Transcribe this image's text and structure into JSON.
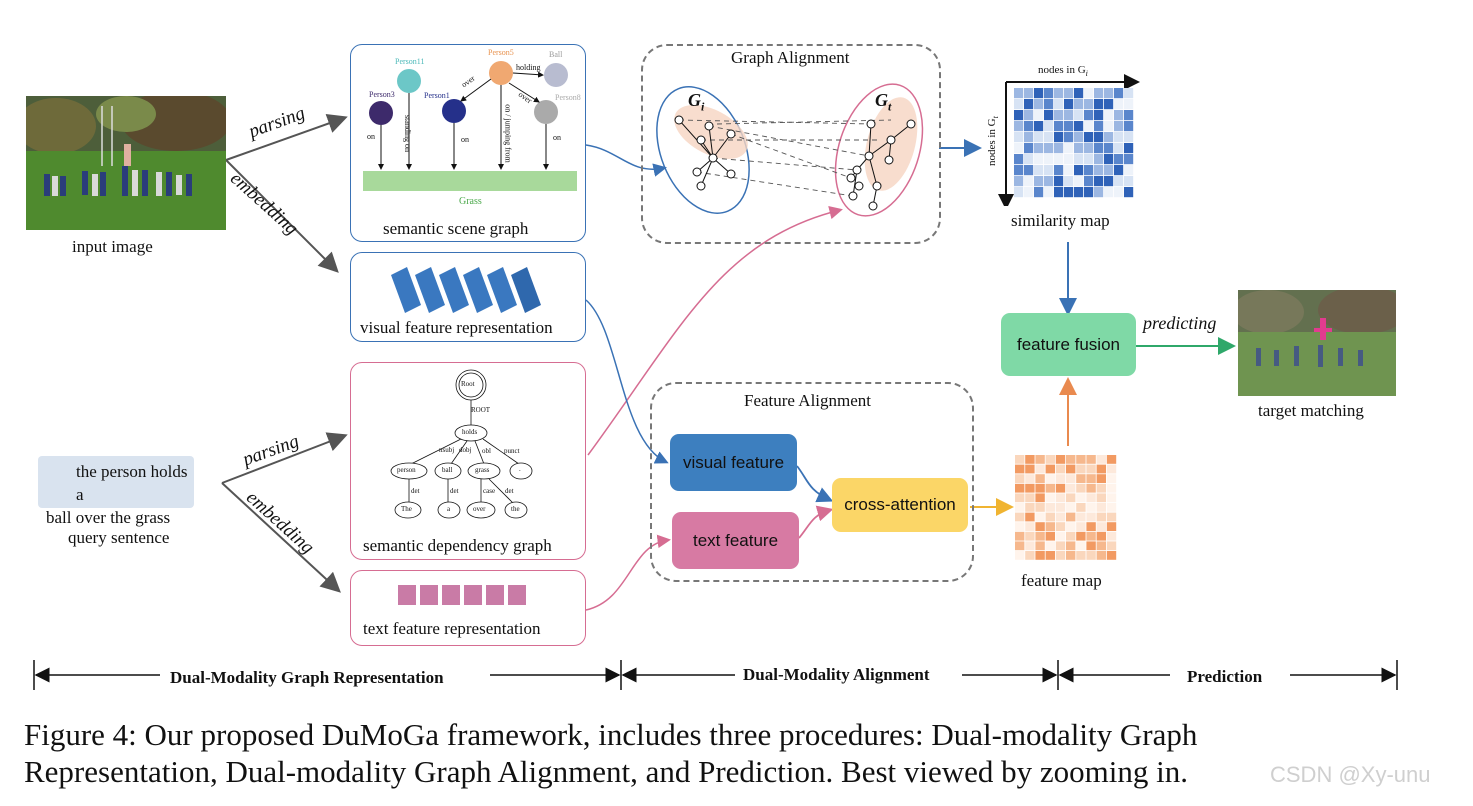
{
  "image_labels": {
    "input_image": "input image",
    "query_sentence": "query sentence",
    "query_text_line1": "the person holds a",
    "query_text_line2": "ball over the grass",
    "target_matching": "target matching"
  },
  "edges": {
    "parsing_top": "parsing",
    "embedding_top": "embedding",
    "parsing_bottom": "parsing",
    "embedding_bottom": "embedding",
    "predicting": "predicting"
  },
  "boxes": {
    "scene_graph": "semantic scene graph",
    "visual_rep": "visual feature representation",
    "dependency_graph": "semantic dependency graph",
    "text_rep": "text feature representation",
    "graph_alignment": "Graph Alignment",
    "feature_alignment": "Feature Alignment",
    "similarity_map": "similarity map",
    "feature_map": "feature map",
    "nodes_in_gi": "nodes in G",
    "nodes_in_gt": "nodes in G",
    "gi_label": "G",
    "gt_label": "G",
    "sub_i": "i",
    "sub_t": "t"
  },
  "nodes": {
    "visual_feature": "visual feature",
    "text_feature": "text feature",
    "cross_attention": "cross-attention",
    "feature_fusion": "feature fusion"
  },
  "scene_graph": {
    "persons": [
      "Person11",
      "Person5",
      "Ball",
      "Person3",
      "Person1",
      "Person8"
    ],
    "relations": [
      "holding",
      "over",
      "over",
      "standing on",
      "on",
      "on",
      "on / jumping from",
      "on"
    ],
    "ground": "Grass"
  },
  "dependency_graph": {
    "root": "Root",
    "root_rel": "ROOT",
    "head": "holds",
    "rels": [
      "nsubj",
      "dobj",
      "obl",
      "punct"
    ],
    "children": [
      "person",
      "ball",
      "grass",
      "."
    ],
    "sub_rels": [
      "det",
      "det",
      "case",
      "det"
    ],
    "leaves": [
      "The",
      "a",
      "over",
      "the"
    ]
  },
  "stages": {
    "s1": "Dual-Modality Graph Representation",
    "s2": "Dual-Modality Alignment",
    "s3": "Prediction"
  },
  "caption": {
    "line1": "Figure 4: Our proposed DuMoGa framework, includes three procedures: Dual-modality Graph",
    "line2": "Representation, Dual-modality Graph Alignment, and Prediction. Best viewed by zooming in."
  },
  "watermark": "CSDN @Xy-unu",
  "colors": {
    "blue": "#3a72b5",
    "pink": "#d66d92",
    "visual_feature": "#3d7fbf",
    "text_feature": "#d77aa3",
    "cross_attention": "#fbd667",
    "feature_fusion": "#7fd9a6",
    "grass": "#a8d99b"
  }
}
